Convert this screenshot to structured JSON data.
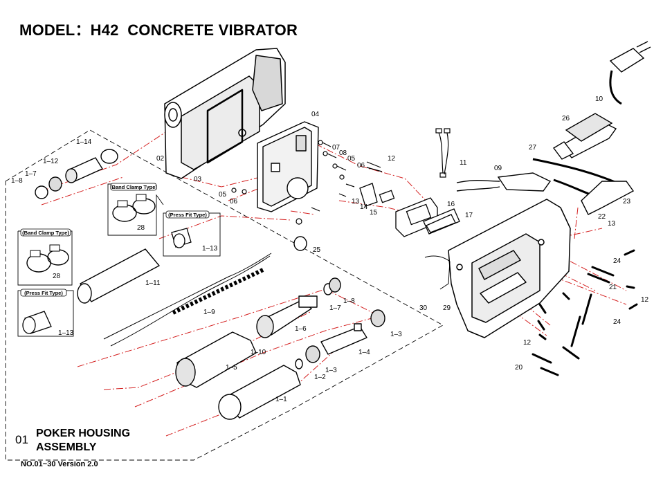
{
  "title": "MODEL：H42  CONCRETE VIBRATOR",
  "assembly": {
    "number": "01",
    "line1": "POKER HOUSING",
    "line2": "ASSEMBLY"
  },
  "version": "NO.01~30  Version 2.0",
  "box_labels": {
    "band_clamp_a": "(Band Clamp Type)",
    "press_fit_a": "(Press Fit Type)",
    "band_clamp_b": "(Band Clamp Type)",
    "press_fit_b": "(Press Fit Type)"
  },
  "part_labels": {
    "p02": "02",
    "p03": "03",
    "p04": "04",
    "p05a": "05",
    "p05b": "05",
    "p06a": "06",
    "p06b": "06",
    "p07": "07",
    "p08": "08",
    "p09": "09",
    "p10": "10",
    "p11": "11",
    "p12a": "12",
    "p12b": "12",
    "p12c": "12",
    "p13a": "13",
    "p13b": "13",
    "p14": "14",
    "p15": "15",
    "p16": "16",
    "p17": "17",
    "p20": "20",
    "p21": "21",
    "p22": "22",
    "p23": "23",
    "p24a": "24",
    "p24b": "24",
    "p25": "25",
    "p26": "26",
    "p27": "27",
    "p28a": "28",
    "p28b": "28",
    "p29": "29",
    "p30": "30",
    "p1_1": "1–1",
    "p1_2": "1–2",
    "p1_3a": "1–3",
    "p1_3b": "1–3",
    "p1_4": "1–4",
    "p1_5": "1–5",
    "p1_6": "1–6",
    "p1_7a": "1–7",
    "p1_7b": "1–7",
    "p1_8a": "1–8",
    "p1_8b": "1–8",
    "p1_9": "1–9",
    "p1_10": "1–10",
    "p1_11": "1–11",
    "p1_12": "1–12",
    "p1_13a": "1–13",
    "p1_13b": "1–13",
    "p1_14": "1–14"
  },
  "colors": {
    "ink": "#000000",
    "leader": "#d42020",
    "paper": "#ffffff",
    "shade": "#e6e6e6"
  }
}
